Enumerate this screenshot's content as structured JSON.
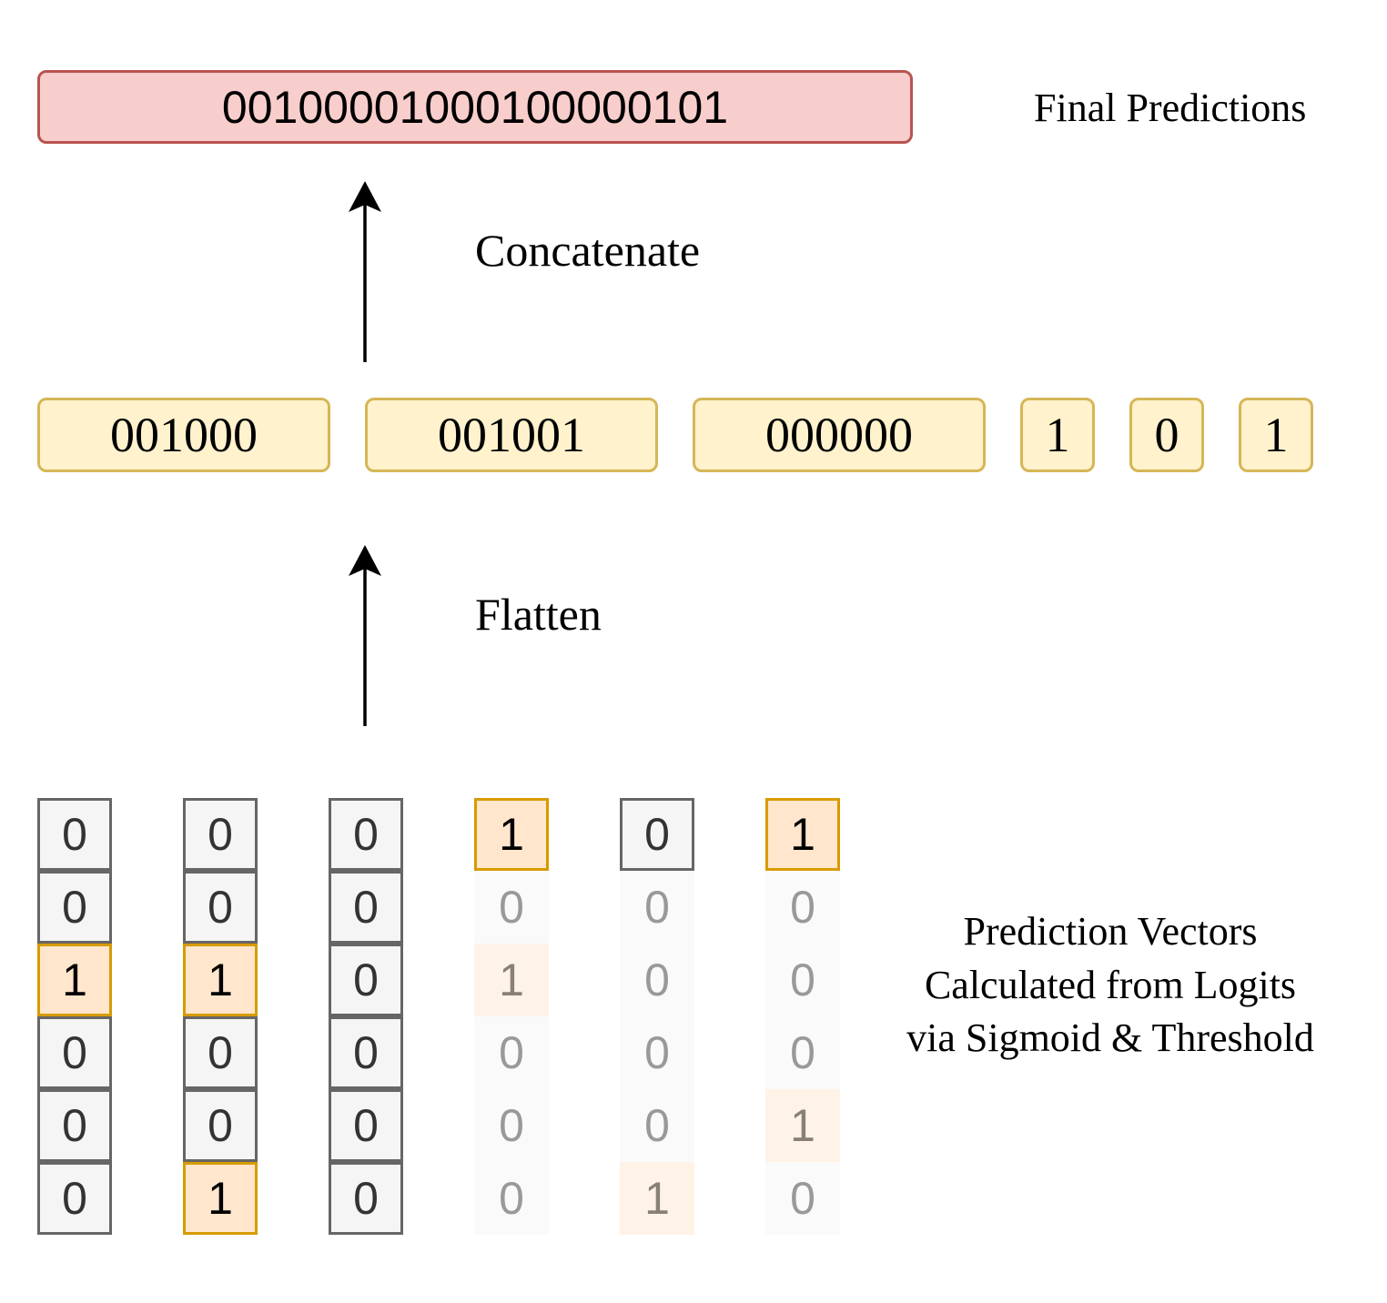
{
  "final": {
    "value": "00100001000100000101",
    "label": "Final Predictions"
  },
  "steps": {
    "concatenate": "Concatenate",
    "flatten": "Flatten"
  },
  "chunks": [
    "001000",
    "001001",
    "000000",
    "1",
    "0",
    "1"
  ],
  "vectors_label": [
    "Prediction Vectors",
    "Calculated from Logits",
    "via Sigmoid & Threshold"
  ],
  "vectors": [
    {
      "cells": [
        "0",
        "0",
        "1",
        "0",
        "0",
        "0"
      ],
      "faded": false
    },
    {
      "cells": [
        "0",
        "0",
        "1",
        "0",
        "0",
        "1"
      ],
      "faded": false
    },
    {
      "cells": [
        "0",
        "0",
        "0",
        "0",
        "0",
        "0"
      ],
      "faded": false
    },
    {
      "cells": [
        "1",
        "0",
        "1",
        "0",
        "0",
        "0"
      ],
      "faded": true
    },
    {
      "cells": [
        "0",
        "0",
        "0",
        "0",
        "0",
        "1"
      ],
      "faded": true
    },
    {
      "cells": [
        "1",
        "0",
        "0",
        "0",
        "1",
        "0"
      ],
      "faded": true
    }
  ],
  "colors": {
    "final_fill": "#f8cecc",
    "final_stroke": "#b85450",
    "chunk_fill": "#fff2cc",
    "chunk_stroke": "#d6b656",
    "one_fill": "#ffe6cc",
    "one_stroke": "#d79b00",
    "zero_fill": "#f5f5f5",
    "zero_stroke": "#666666"
  }
}
